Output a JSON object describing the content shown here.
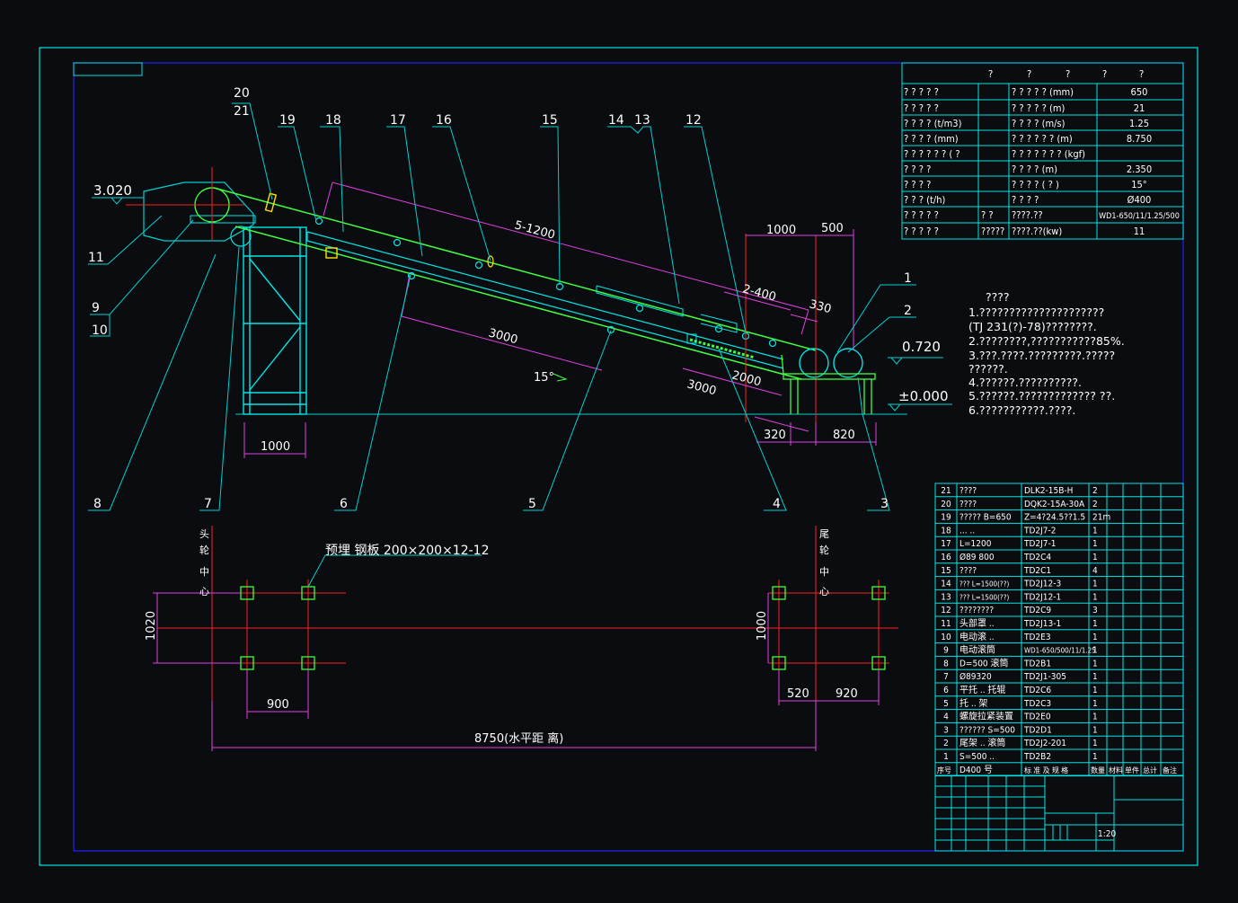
{
  "colors": {
    "background": "#0b0c0f",
    "frame": "#00e5e5",
    "border": "#2020ff",
    "belt": "#40ff40",
    "dimension": "#e040e0",
    "centerline": "#ff2020",
    "leader": "#00d0d0",
    "text": "#ffffff",
    "marker": "#ffe000"
  },
  "elevations": {
    "top": "3.020",
    "tail_top": "0.720",
    "ground": "±0.000"
  },
  "dimensions": {
    "belt_length": "5-1200",
    "base_width": "1000",
    "d3000a": "3000",
    "d3000b": "3000",
    "d2000": "2000",
    "d2400": "2-400",
    "d1000": "1000",
    "d500": "500",
    "d330": "330",
    "d320": "320",
    "d820": "820",
    "angle": "15°"
  },
  "part_labels": {
    "p1": "1",
    "p2": "2",
    "p3": "3",
    "p4": "4",
    "p5": "5",
    "p6": "6",
    "p7": "7",
    "p8": "8",
    "p9": "9",
    "p10": "10",
    "p11": "11",
    "p12": "12",
    "p13": "13",
    "p14": "14",
    "p15": "15",
    "p16": "16",
    "p17": "17",
    "p18": "18",
    "p19": "19",
    "p20": "20",
    "p21": "21"
  },
  "notes": {
    "title": "????",
    "lines": [
      "1.?????????????????????",
      "(TJ 231(?)-78)????????.",
      "2.????????,???????????85%.",
      "3.???.????.?????????.?????",
      "  ??????.",
      "4.??????.??????????.",
      "5.??????.?????????????      ??.",
      "6.???????????.????."
    ]
  },
  "foundation": {
    "note": "预埋 钢板 200×200×12-12",
    "head_label": [
      "头",
      "轮",
      "中",
      "心"
    ],
    "tail_label": [
      "尾",
      "轮",
      "中",
      "心"
    ],
    "d1020": "1020",
    "d900": "900",
    "d1000": "1000",
    "d520": "520",
    "d920": "920",
    "d8750": "8750(水平距  离)"
  },
  "spec_table": {
    "header": [
      "?",
      "?",
      "?",
      "?",
      "?"
    ],
    "rows": [
      [
        "? ? ? ? ?",
        "",
        "? ? ? ? ? (mm)",
        "650"
      ],
      [
        "? ? ? ? ?",
        "",
        "? ? ? ? ? (m)",
        "21"
      ],
      [
        "? ? ? ? (t/m3)",
        "",
        "? ? ? ? (m/s)",
        "1.25"
      ],
      [
        "? ? ? ? (mm)",
        "",
        "? ? ? ? ? ? (m)",
        "8.750"
      ],
      [
        "? ? ? ? ? ? ( ?",
        "",
        "? ? ? ? ? ? ? (kgf)",
        ""
      ],
      [
        "? ? ? ?",
        "",
        "? ? ? ? (m)",
        "2.350"
      ],
      [
        "? ? ? ?",
        "",
        "? ? ? ? ( ? )",
        "15°"
      ],
      [
        "? ? ? (t/h)",
        "",
        "? ? ? ?",
        "Ø400"
      ],
      [
        "? ? ? ? ?",
        "? ?",
        "????.??",
        "WD1-650/11/1.25/500"
      ],
      [
        "? ? ? ? ?",
        "?????",
        "????.??(kw)",
        "11"
      ]
    ]
  },
  "bom": {
    "rows": [
      [
        "21",
        "????",
        "DLK2-15B-H",
        "2"
      ],
      [
        "20",
        "????",
        "DQK2-15A-30A",
        "2"
      ],
      [
        "19",
        "????? B=650",
        "Z=4?24.5??1.5",
        "21m"
      ],
      [
        "18",
        "...  ..",
        "TD2J7-2",
        "1"
      ],
      [
        "17",
        "L=1200",
        "TD2J7-1",
        "1"
      ],
      [
        "16",
        "Ø89 800",
        "TD2C4",
        "1"
      ],
      [
        "15",
        "????",
        "TD2C1",
        "4"
      ],
      [
        "14",
        "??? L=1500(??)",
        "TD2J12-3",
        "1"
      ],
      [
        "13",
        "??? L=1500(??)",
        "TD2J12-1",
        "1"
      ],
      [
        "12",
        "????????",
        "TD2C9",
        "3"
      ],
      [
        "11",
        "头部罩 ..",
        "TD2J13-1",
        "1"
      ],
      [
        "10",
        "电动滚 ..",
        "TD2E3",
        "1"
      ],
      [
        "9",
        "电动滚筒",
        "WD1-650/500/11/1.25",
        "1"
      ],
      [
        "8",
        "D=500 滚筒",
        "TD2B1",
        "1"
      ],
      [
        "7",
        "Ø89320",
        "TD2J1-305",
        "1"
      ],
      [
        "6",
        "平托 ..  托辊",
        "TD2C6",
        "1"
      ],
      [
        "5",
        "托 ..  架",
        "TD2C3",
        "1"
      ],
      [
        "4",
        "螺旋拉紧装置",
        "TD2E0",
        "1"
      ],
      [
        "3",
        "?????? S=500",
        "TD2D1",
        "1"
      ],
      [
        "2",
        "尾架 .. 滚筒",
        "TD2J2-201",
        "1"
      ],
      [
        "1",
        "S=500 ..",
        "TD2B2",
        "1"
      ]
    ],
    "footer": [
      "序号",
      "D400 号",
      "标 准 及 规 格",
      "数量",
      "材料",
      "单件",
      "总计",
      "备注"
    ]
  },
  "title_block": {
    "scale": "1:20"
  }
}
